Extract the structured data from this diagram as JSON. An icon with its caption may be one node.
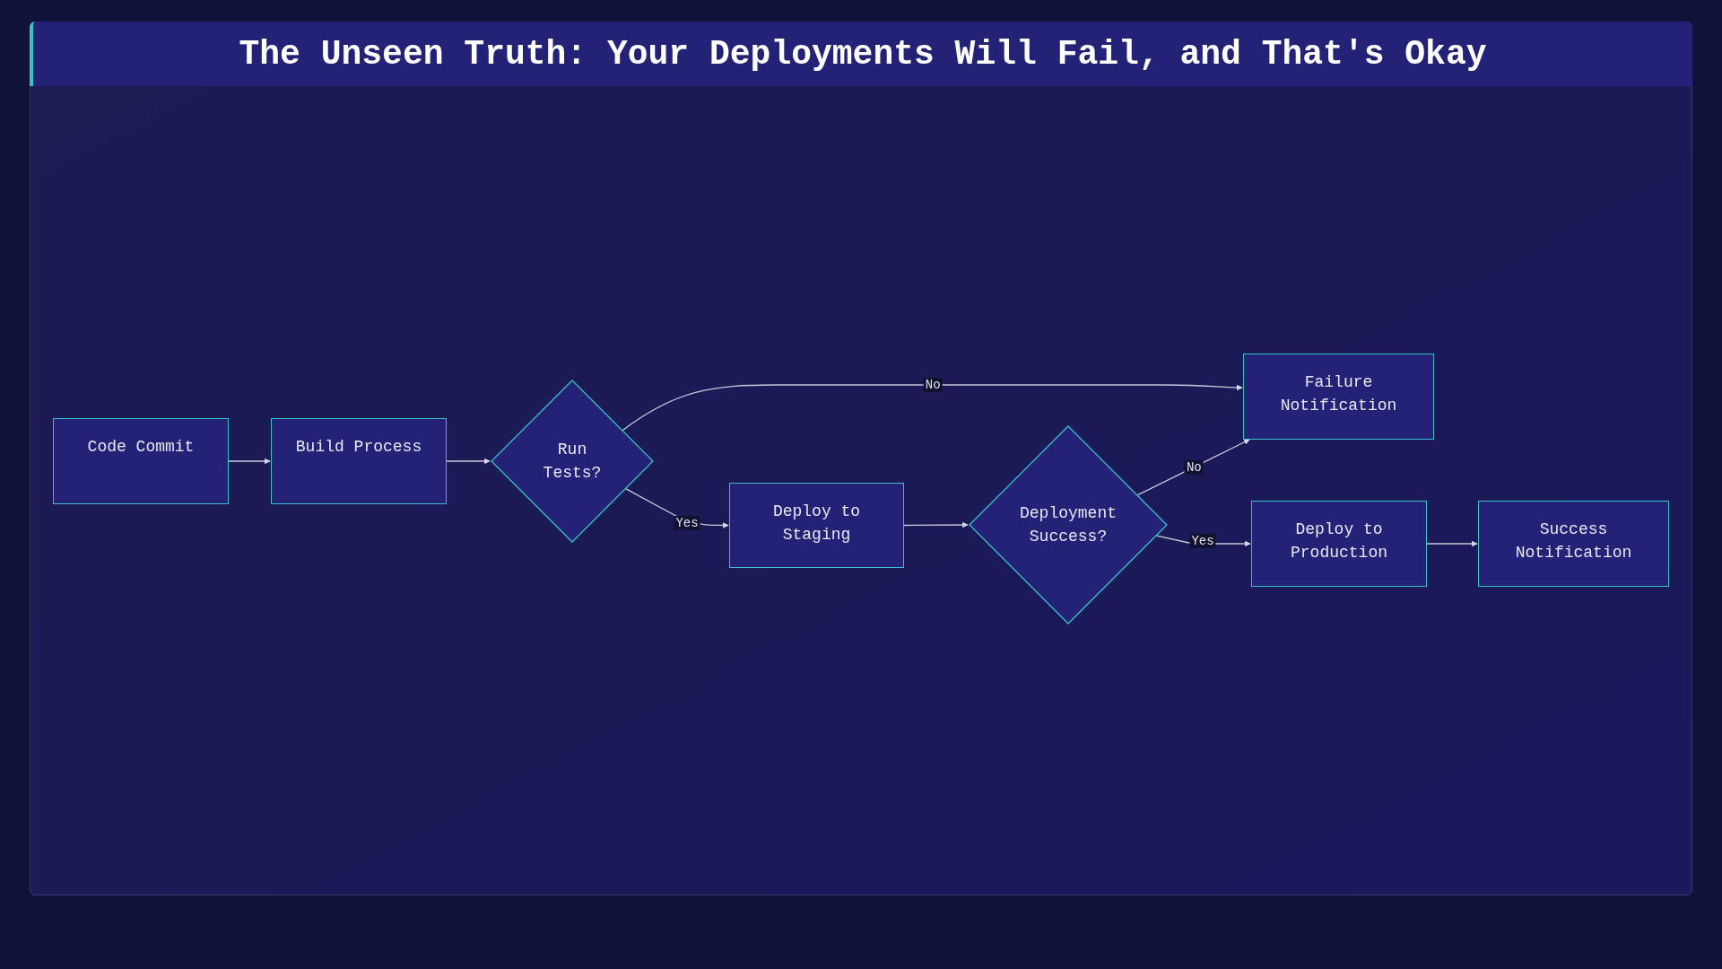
{
  "diagram": {
    "title": "The Unseen Truth: Your Deployments Will Fail, and That's Okay",
    "nodes": [
      {
        "text": [
          "Code Commit"
        ]
      },
      {
        "text": [
          "Build Process"
        ]
      },
      {
        "text": [
          "Run Tests?"
        ]
      },
      {
        "text": [
          "Deploy to Staging"
        ]
      },
      {
        "text": [
          "Deployment Success?"
        ]
      },
      {
        "text": [
          "Failure Notification"
        ]
      },
      {
        "text": [
          "Deploy to Production"
        ]
      },
      {
        "text": [
          "Success Notification"
        ]
      }
    ],
    "edges": [
      {
        "from": 0,
        "to": 1,
        "arrow": "to"
      },
      {
        "from": 1,
        "to": 2,
        "arrow": "to"
      },
      {
        "from": 2,
        "to": 5,
        "arrow": "to",
        "label": "No"
      },
      {
        "from": 2,
        "to": 3,
        "arrow": "to",
        "label": "Yes"
      },
      {
        "from": 3,
        "to": 4,
        "arrow": "to"
      },
      {
        "from": 4,
        "to": 5,
        "arrow": "to",
        "label": "No"
      },
      {
        "from": 4,
        "to": 6,
        "arrow": "to",
        "label": "Yes"
      },
      {
        "from": 6,
        "to": 7,
        "arrow": "to"
      }
    ]
  }
}
